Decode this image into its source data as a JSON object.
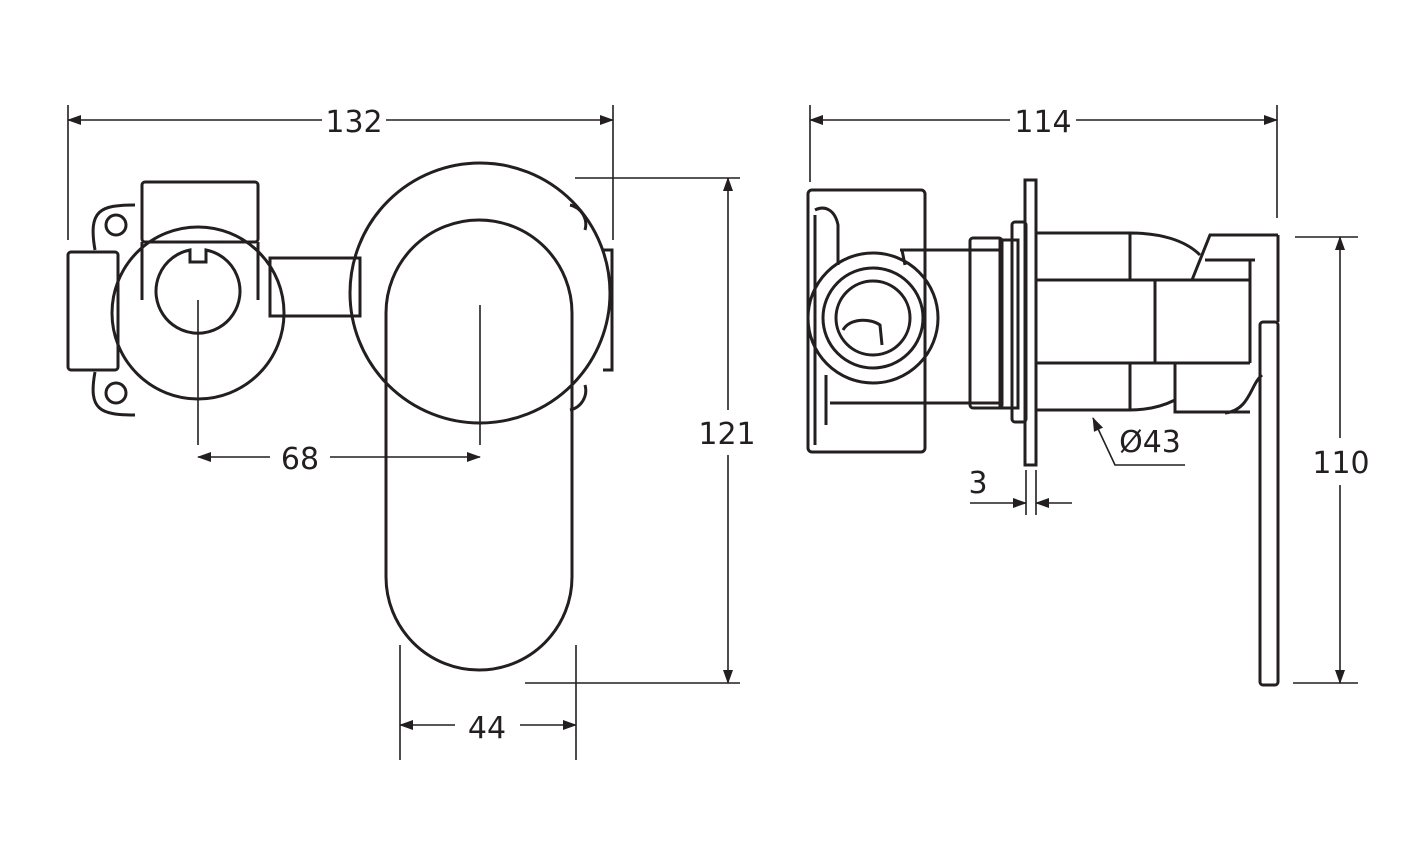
{
  "front_view": {
    "width_dim": "132",
    "handle_offset_dim": "68",
    "height_dim": "121",
    "handle_width_dim": "44"
  },
  "side_view": {
    "depth_dim": "114",
    "plate_thickness_dim": "3",
    "diameter_dim": "Ø43",
    "plate_height_dim": "110"
  }
}
